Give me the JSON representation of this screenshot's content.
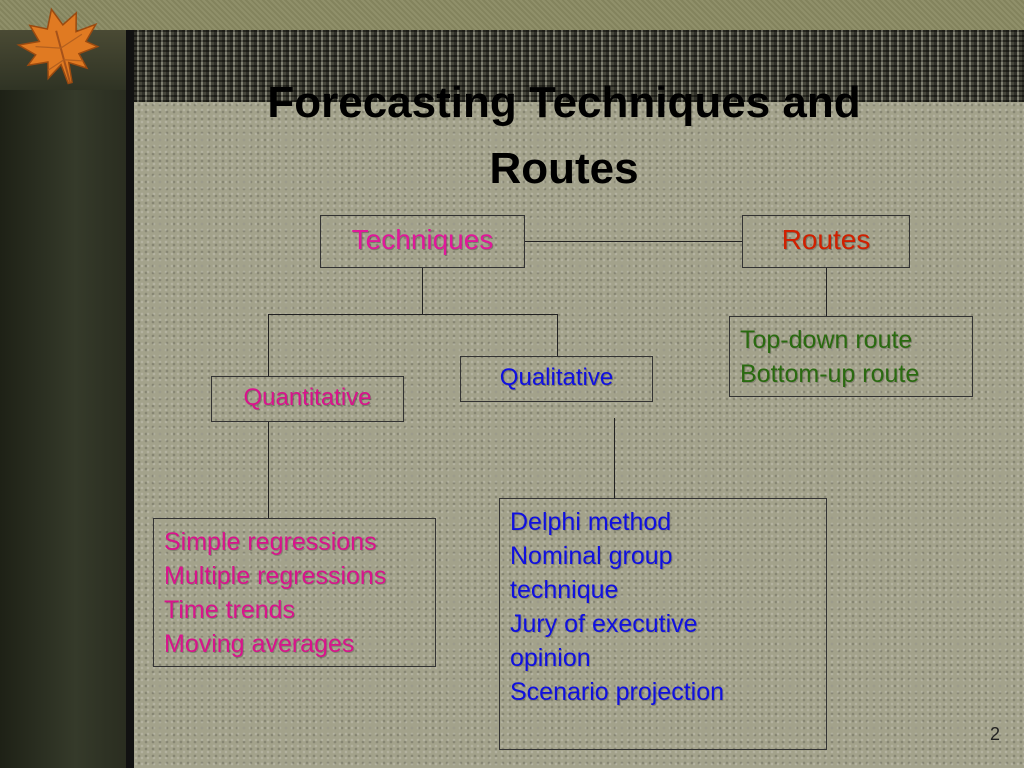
{
  "title": {
    "line1": "Forecasting Techniques and",
    "line2": "Routes"
  },
  "nodes": {
    "techniques": "Techniques",
    "routes": "Routes",
    "quantitative": "Quantitative",
    "qualitative": "Qualitative"
  },
  "quantitative_methods": [
    "Simple regressions",
    "Multiple regressions",
    "Time trends",
    "Moving averages"
  ],
  "qualitative_methods": [
    "Delphi method",
    "Nominal group",
    "technique",
    "Jury of executive",
    "opinion",
    "Scenario projection"
  ],
  "route_types": [
    "Top-down route",
    "Bottom-up route"
  ],
  "page_number": "2",
  "colors": {
    "techniques": "#e0189a",
    "routes": "#d02000",
    "quantitative": "#d8148c",
    "qualitative": "#1010e0",
    "routes_list": "#2a6a10"
  }
}
